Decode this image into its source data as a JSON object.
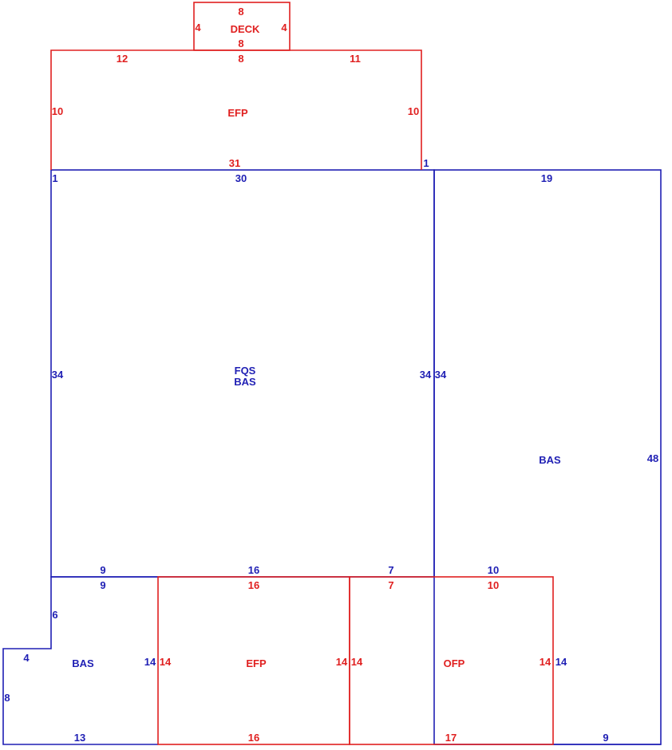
{
  "colors": {
    "living": "#1f1fb4",
    "porch": "#e02020",
    "background": "#ffffff"
  },
  "areas": {
    "deck": "DECK",
    "efp_top": "EFP",
    "main": [
      "FQS",
      "BAS"
    ],
    "east_bas": "BAS",
    "sw_bas": "BAS",
    "efp_bottom": "EFP",
    "ofp": "OFP"
  },
  "dimensions": {
    "deck": {
      "top": "8",
      "bottom": "8",
      "left": "4",
      "right": "4"
    },
    "efp_top": {
      "top_left": "12",
      "top_mid": "8",
      "top_right": "11",
      "left": "10",
      "right": "10",
      "bottom": "31",
      "step": "1"
    },
    "main": {
      "top": "30",
      "top_left_step": "1",
      "left": "34",
      "right": "34",
      "bottom_a": "9",
      "bottom_b": "16",
      "bottom_c": "7"
    },
    "east_bas": {
      "top": "19",
      "left": "34",
      "right": "48",
      "bottom_step": "10",
      "bottom": "9"
    },
    "sw_bas": {
      "top": "9",
      "step_vertical": "6",
      "step_horizontal": "4",
      "left": "8",
      "bottom": "13",
      "right": "14"
    },
    "efp_bottom": {
      "top": "16",
      "left": "14",
      "right": "14",
      "bottom": "16"
    },
    "ofp": {
      "top_a": "7",
      "top_b": "10",
      "left": "14",
      "right": "14",
      "bottom": "17",
      "outer_right": "14"
    }
  }
}
